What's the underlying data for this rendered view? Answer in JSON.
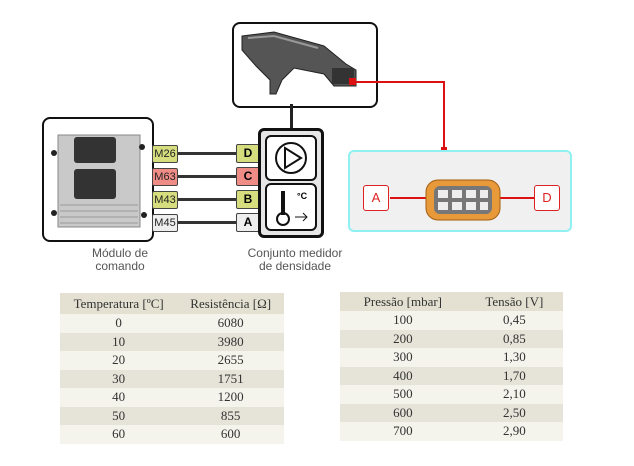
{
  "ecu": {
    "caption_line1": "Módulo de",
    "caption_line2": "comando"
  },
  "meter": {
    "caption_line1": "Conjunto medidor",
    "caption_line2": "de densidade"
  },
  "wires": [
    {
      "ecu_pin": "M26",
      "sensor_pin": "D",
      "color": "#d6dd7e"
    },
    {
      "ecu_pin": "M63",
      "sensor_pin": "C",
      "color": "#ef8c86"
    },
    {
      "ecu_pin": "M43",
      "sensor_pin": "B",
      "color": "#d6dd7e"
    },
    {
      "ecu_pin": "M45",
      "sensor_pin": "A",
      "color": "#eeeeee"
    }
  ],
  "connector": {
    "left_label": "A",
    "right_label": "D",
    "wire_color": "#dd1111",
    "border_color": "#8ef0f0"
  },
  "temp_table": {
    "headers": [
      "Temperatura [ºC]",
      "Resistência [Ω]"
    ],
    "rows": [
      [
        "0",
        "6080"
      ],
      [
        "10",
        "3980"
      ],
      [
        "20",
        "2655"
      ],
      [
        "30",
        "1751"
      ],
      [
        "40",
        "1200"
      ],
      [
        "50",
        "855"
      ],
      [
        "60",
        "600"
      ]
    ]
  },
  "pressure_table": {
    "headers": [
      "Pressão [mbar]",
      "Tensão [V]"
    ],
    "rows": [
      [
        "100",
        "0,45"
      ],
      [
        "200",
        "0,85"
      ],
      [
        "300",
        "1,30"
      ],
      [
        "400",
        "1,70"
      ],
      [
        "500",
        "2,10"
      ],
      [
        "600",
        "2,50"
      ],
      [
        "700",
        "2,90"
      ]
    ]
  }
}
